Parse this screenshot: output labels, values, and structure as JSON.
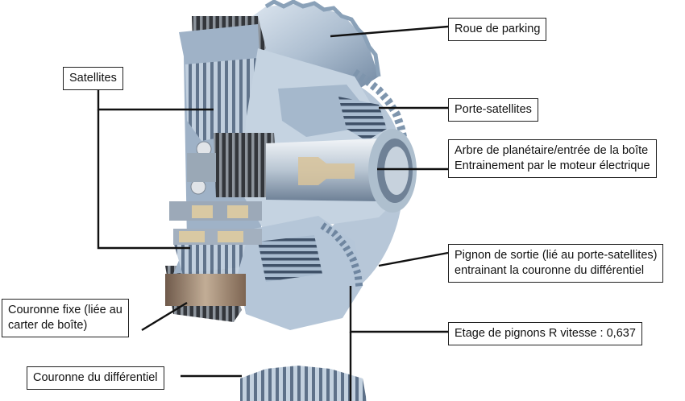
{
  "labels": {
    "roue_parking": "Roue de parking",
    "satellites": "Satellites",
    "porte_satellites": "Porte-satellites",
    "arbre_line1": "Arbre de planétaire/entrée de la boîte",
    "arbre_line2": "Entrainement par le moteur électrique",
    "pignon_line1": "Pignon de sortie (lié au porte-satellites)",
    "pignon_line2": "entrainant la couronne du différentiel",
    "couronne_fixe_line1": "Couronne fixe (liée au",
    "couronne_fixe_line2": "carter de boîte)",
    "etage": "Etage de pignons R vitesse : 0,637",
    "couronne_diff": "Couronne du différentiel"
  },
  "colors": {
    "steel_light": "#c9d6e3",
    "steel_mid": "#9fb3c8",
    "steel_dark": "#5f7690",
    "bronze": "#a08870",
    "bearing": "#d8c9a0",
    "leader": "#111111"
  }
}
